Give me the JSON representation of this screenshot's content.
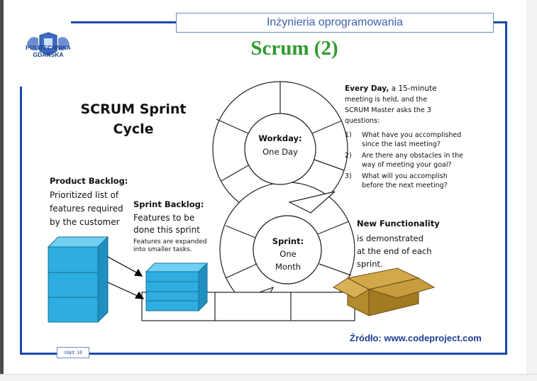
{
  "header": {
    "course_title": "Inżynieria oprogramowania",
    "slide_title": "Scrum (2)",
    "logo_line1": "POLITECHNIKA",
    "logo_line2": "GDAŃSKA"
  },
  "diagram": {
    "cycle_title_line1": "SCRUM Sprint",
    "cycle_title_line2": "Cycle",
    "product_backlog": {
      "title": "Product Backlog:",
      "lines": [
        "Prioritized list of",
        "features required",
        "by the customer"
      ]
    },
    "sprint_backlog": {
      "title": "Sprint Backlog:",
      "lines": [
        "Features to be",
        "done this sprint"
      ],
      "note_lines": [
        "Features are expanded",
        "into smaller tasks."
      ]
    },
    "workday": {
      "title": "Workday:",
      "value": "One Day"
    },
    "sprint": {
      "title": "Sprint:",
      "value_line1": "One",
      "value_line2": "Month"
    },
    "every_day": {
      "title": "Every Day,",
      "line1_rest": " a 15-minute",
      "lines": [
        "meeting is held, and the",
        "SCRUM Master asks the 3",
        "questions:"
      ],
      "questions": [
        {
          "num": "1)",
          "text": "What have you accomplished since the last meeting?"
        },
        {
          "num": "2)",
          "text": "Are there any obstacles in the way of meeting your goal?"
        },
        {
          "num": "3)",
          "text": "What will you accomplish before the next meeting?"
        }
      ]
    },
    "new_functionality": {
      "title": "New Functionality",
      "lines": [
        "is demonstrated",
        "at the end of each",
        "sprint."
      ]
    },
    "colors": {
      "cube_face": "#2eaee0",
      "cube_top": "#6fd0f2",
      "box": "#b38a2c",
      "frame": "#1b4aa8"
    }
  },
  "footer": {
    "source": "Źródło: www.codeproject.com",
    "slide_number": "slajd: 18"
  }
}
